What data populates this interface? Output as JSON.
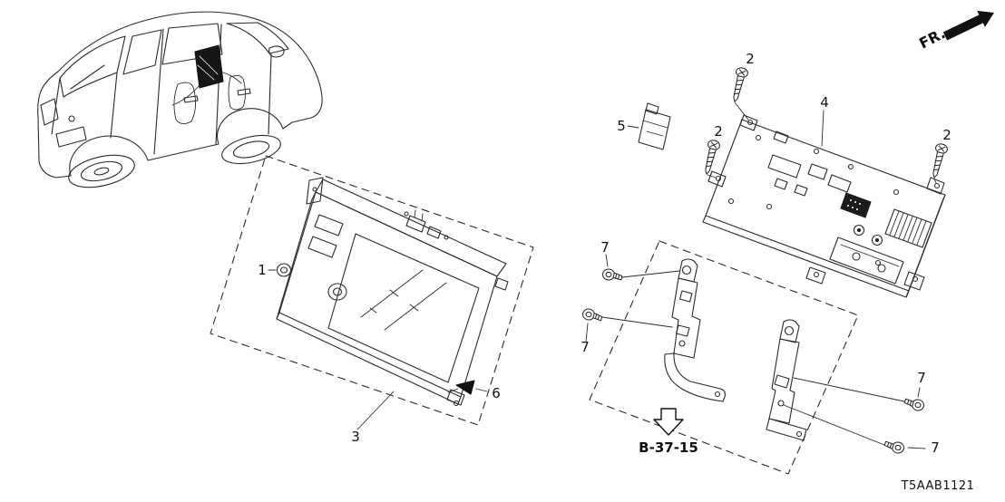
{
  "annotations": {
    "direction_label": "FR.",
    "detail_reference": "B-37-15",
    "diagram_code": "T5AAB1121"
  },
  "parts": {
    "knob": "1",
    "screw": "2",
    "display_unit": "3",
    "audio_board": "4",
    "bracket_cap": "5",
    "clip": "6",
    "flange_bolt": "7"
  }
}
